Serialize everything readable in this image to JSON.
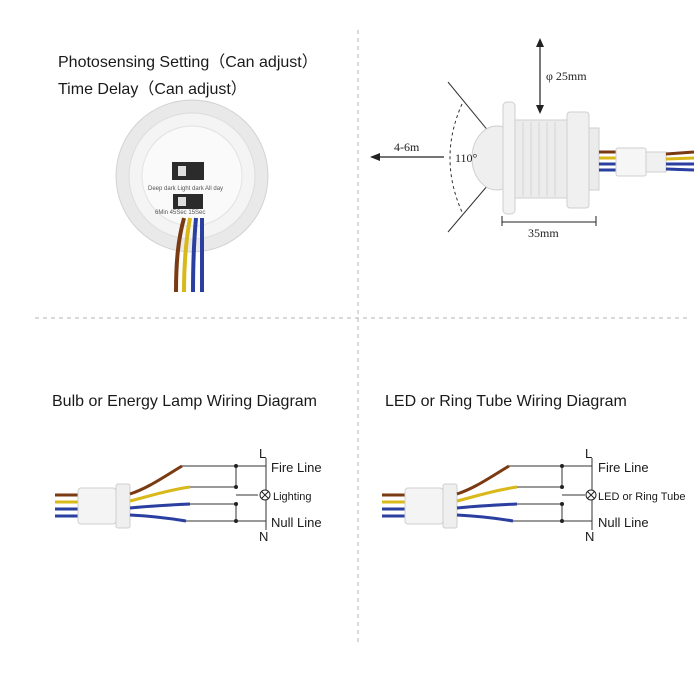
{
  "top_left": {
    "photosensing_label": "Photosensing Setting（Can adjust）",
    "time_delay_label": "Time Delay（Can adjust）",
    "photo_switch_text": "Deep dark Light dark All day",
    "time_switch_text": "6Min 45Sec 15Sec"
  },
  "top_right": {
    "diameter_label": "φ 25mm",
    "range_label": "4-6m",
    "angle_label": "110°",
    "length_label": "35mm"
  },
  "bulb_diagram": {
    "title": "Bulb or Energy Lamp Wiring Diagram",
    "l_marker": "L",
    "n_marker": "N",
    "fire_line": "Fire Line",
    "load_label": "Lighting",
    "null_line": "Null Line"
  },
  "led_diagram": {
    "title": "LED or Ring Tube Wiring Diagram",
    "l_marker": "L",
    "n_marker": "N",
    "fire_line": "Fire Line",
    "load_label": "LED or Ring Tube",
    "null_line": "Null Line"
  },
  "colors": {
    "wire_brown": "#7a3a12",
    "wire_yellow": "#d9b81a",
    "wire_blue": "#2a3fa0",
    "divider": "#b5b5b5"
  }
}
